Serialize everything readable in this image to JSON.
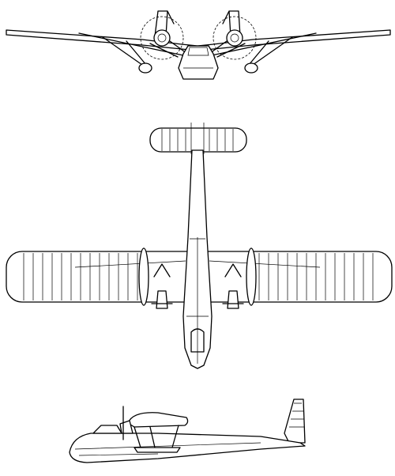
{
  "drawing": {
    "views": [
      "front-view",
      "top-view",
      "side-view"
    ]
  }
}
